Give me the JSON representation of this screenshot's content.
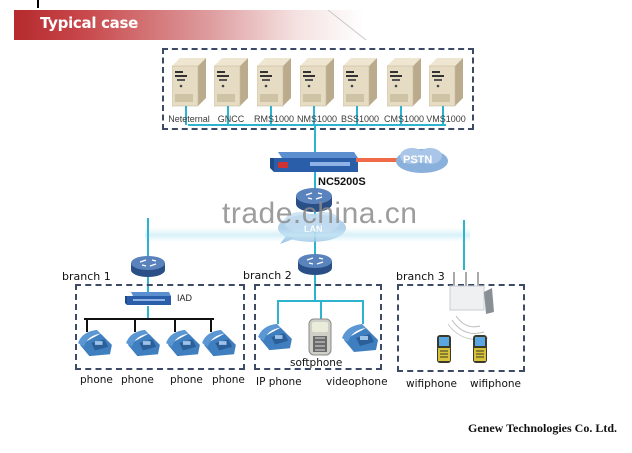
{
  "header": {
    "title": "Typical case",
    "accent_color": "#b52a2d"
  },
  "servers": [
    {
      "label": "Neteternal"
    },
    {
      "label": "GNCC"
    },
    {
      "label": "RMS1000"
    },
    {
      "label": "NMS1000"
    },
    {
      "label": "BSS1000"
    },
    {
      "label": "CMS1000"
    },
    {
      "label": "VMS1000"
    }
  ],
  "core": {
    "gateway_label": "NC5200S",
    "pstn_label": "PSTN",
    "lan_label": "LAN"
  },
  "branches": [
    {
      "label": "branch 1",
      "hub_label": "IAD",
      "devices": [
        {
          "label": "phone"
        },
        {
          "label": "phone"
        },
        {
          "label": "phone"
        },
        {
          "label": "phone"
        }
      ]
    },
    {
      "label": "branch 2",
      "devices": [
        {
          "label": "IP phone"
        },
        {
          "label": "softphone"
        },
        {
          "label": "videophone"
        }
      ]
    },
    {
      "label": "branch 3",
      "devices": [
        {
          "label": "wifiphone"
        },
        {
          "label": "wifiphone"
        }
      ]
    }
  ],
  "watermark": "trade.china.cn",
  "footer": "Genew Technologies Co. Ltd.",
  "colors": {
    "link": "#2bb3cf",
    "pstn_link": "#f06a4a",
    "box_border": "#3c4a66",
    "phone_blue": "#3f7fbf"
  }
}
